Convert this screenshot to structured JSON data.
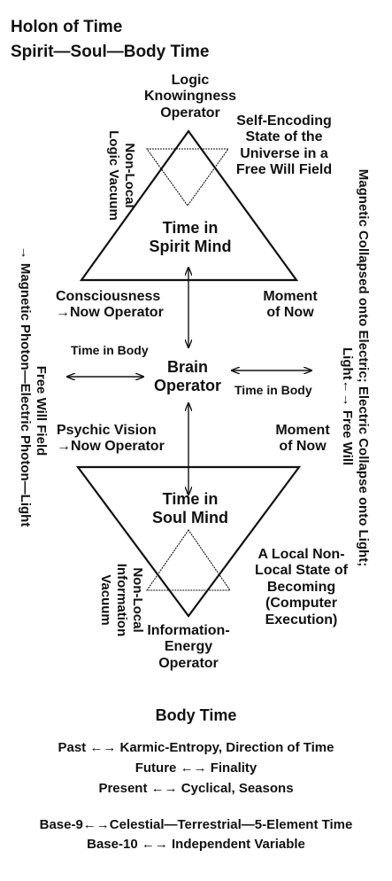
{
  "title_line1": "Holon of Time",
  "title_line2": "Spirit—Soul—Body Time",
  "upper": {
    "top": [
      "Logic",
      "Knowingness",
      "Operator"
    ],
    "left_vertical": [
      "Non-Local",
      "Logic Vacuum"
    ],
    "right_text": [
      "Self-Encoding",
      "State of the",
      "Universe in a",
      "Free Will Field"
    ],
    "center": [
      "Time in",
      "Spirit Mind"
    ],
    "bottom_left": [
      "Consciousness",
      "→Now Operator"
    ],
    "bottom_right": [
      "Moment",
      "of Now"
    ]
  },
  "middle": {
    "time_in_body_left": "Time in Body",
    "brain_operator": [
      "Brain",
      "Operator"
    ],
    "time_in_body_right": "Time in Body"
  },
  "lower": {
    "top_left": [
      "Psychic Vision",
      "→Now Operator"
    ],
    "top_right": [
      "Moment",
      "of Now"
    ],
    "center": [
      "Time in",
      "Soul Mind"
    ],
    "left_vertical": [
      "Non-Local",
      "Information",
      "Vacuum"
    ],
    "right_text": [
      "A Local Non-",
      "Local State of",
      "Becoming",
      "(Computer",
      "Execution)"
    ],
    "bottom": [
      "Information-",
      "Energy",
      "Operator"
    ]
  },
  "left_side_vertical": [
    "Free Will Field",
    "→ Magnetic Photon—Electric Photon—Light"
  ],
  "right_side_vertical": [
    "Magnetic Collapsed onto Electric; Electric Collapse onto Light;",
    "Light←→ Free Will"
  ],
  "body_time": {
    "heading": "Body Time",
    "lines": [
      "Past ←→ Karmic-Entropy, Direction of Time",
      "Future ←→ Finality",
      "Present ←→ Cyclical, Seasons"
    ],
    "base_lines": [
      "Base-9←→Celestial—Terrestrial—5-Element Time",
      "Base-10 ←→ Independent Variable"
    ]
  },
  "colors": {
    "ink": "#111111",
    "background": "#ffffff"
  }
}
